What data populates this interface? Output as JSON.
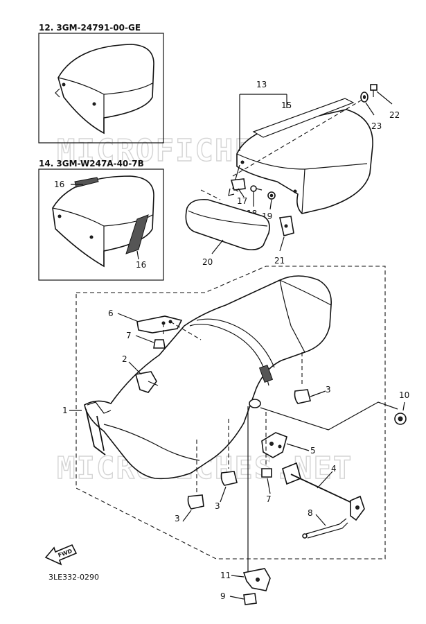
{
  "variants": [
    {
      "text": "12. 3GM-24791-00-GE"
    },
    {
      "text": "14. 3GM-W247A-40-7B"
    }
  ],
  "watermark": "MICROFICHES.NET",
  "drawing_code": "3LE332-0290",
  "arrow_text": "FWD",
  "callouts": [
    {
      "id": "c1",
      "text": "1"
    },
    {
      "id": "c2",
      "text": "2"
    },
    {
      "id": "c3a",
      "text": "3"
    },
    {
      "id": "c3b",
      "text": "3"
    },
    {
      "id": "c3c",
      "text": "3"
    },
    {
      "id": "c4",
      "text": "4"
    },
    {
      "id": "c5",
      "text": "5"
    },
    {
      "id": "c6",
      "text": "6"
    },
    {
      "id": "c7a",
      "text": "7"
    },
    {
      "id": "c7b",
      "text": "7"
    },
    {
      "id": "c8",
      "text": "8"
    },
    {
      "id": "c9",
      "text": "9"
    },
    {
      "id": "c10",
      "text": "10"
    },
    {
      "id": "c11",
      "text": "11"
    },
    {
      "id": "c13",
      "text": "13"
    },
    {
      "id": "c15",
      "text": "15"
    },
    {
      "id": "c16a",
      "text": "16"
    },
    {
      "id": "c16b",
      "text": "16"
    },
    {
      "id": "c17",
      "text": "17"
    },
    {
      "id": "c18",
      "text": "18"
    },
    {
      "id": "c19",
      "text": "19"
    },
    {
      "id": "c20",
      "text": "20"
    },
    {
      "id": "c21",
      "text": "21"
    },
    {
      "id": "c22",
      "text": "22"
    },
    {
      "id": "c23",
      "text": "23"
    }
  ]
}
